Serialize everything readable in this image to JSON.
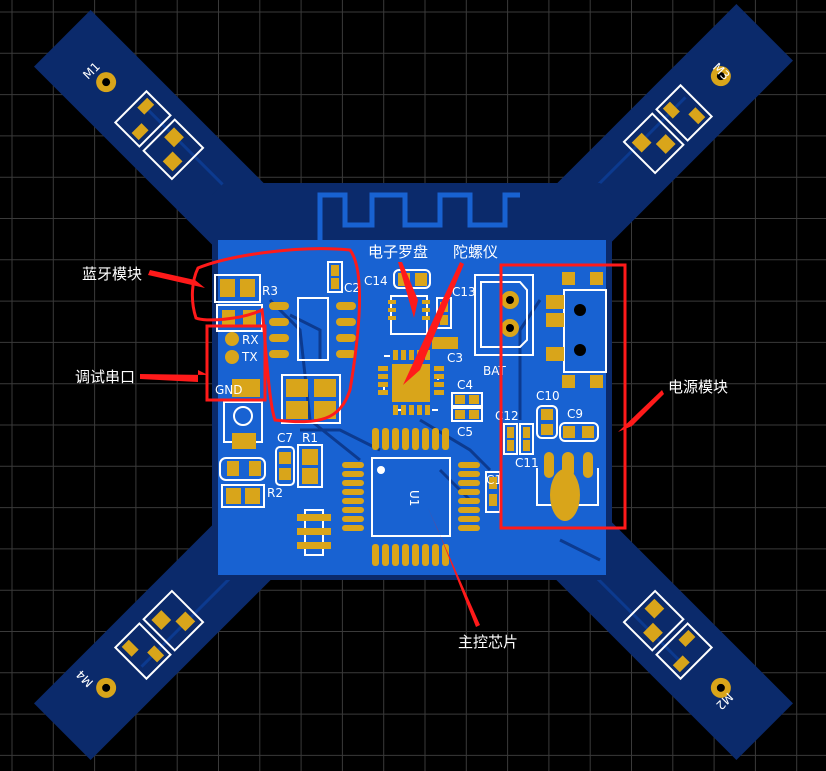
{
  "colors": {
    "background": "#000000",
    "grid": "#3a3a3a",
    "board": "#0b2a6b",
    "copper": "#1862d2",
    "pad": "#d9a51a",
    "silkscreen": "#ffffff",
    "annotation": "#ff1a1a"
  },
  "silkscreen": {
    "m1": "M1",
    "m2": "M2",
    "m3": "M3",
    "m4": "M4",
    "r1": "R1",
    "r2": "R2",
    "r3": "R3",
    "c1": "C1",
    "c2": "C2",
    "c3": "C3",
    "c4": "C4",
    "c5": "C5",
    "c7": "C7",
    "c9": "C9",
    "c10": "C10",
    "c11": "C11",
    "c12": "C12",
    "c13": "C13",
    "c14": "C14",
    "rx": "RX",
    "tx": "TX",
    "gnd": "GND",
    "bat": "BAT",
    "u1": "U1"
  },
  "annotations": {
    "bluetooth": "蓝牙模块",
    "debug_serial": "调试串口",
    "compass": "电子罗盘",
    "gyro": "陀螺仪",
    "power": "电源模块",
    "mcu": "主控芯片"
  }
}
